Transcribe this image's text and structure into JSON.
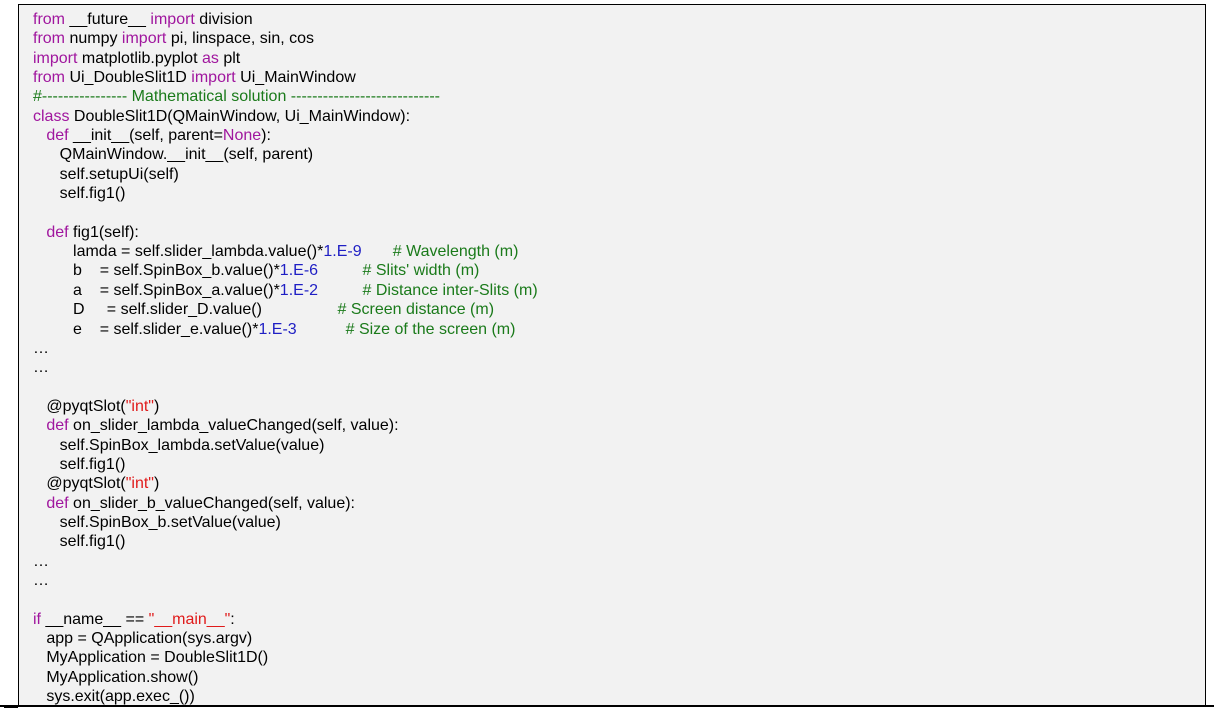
{
  "colors": {
    "background": "#f2f2f2",
    "keyword": "#a0169e",
    "string": "#e01b1b",
    "number": "#1f1fc4",
    "comment": "#1a7a1a",
    "text": "#000000"
  },
  "lines": [
    [
      {
        "t": "from",
        "c": "kw"
      },
      {
        "t": " __future__ ",
        "c": ""
      },
      {
        "t": "import",
        "c": "kw"
      },
      {
        "t": " division",
        "c": ""
      }
    ],
    [
      {
        "t": "from",
        "c": "kw"
      },
      {
        "t": " numpy ",
        "c": ""
      },
      {
        "t": "import",
        "c": "kw"
      },
      {
        "t": " pi, linspace, sin, cos",
        "c": ""
      }
    ],
    [
      {
        "t": "import",
        "c": "kw"
      },
      {
        "t": " matplotlib.pyplot ",
        "c": ""
      },
      {
        "t": "as",
        "c": "kw"
      },
      {
        "t": " plt",
        "c": ""
      }
    ],
    [
      {
        "t": "from",
        "c": "kw"
      },
      {
        "t": " Ui_DoubleSlit1D ",
        "c": ""
      },
      {
        "t": "import",
        "c": "kw"
      },
      {
        "t": " Ui_MainWindow",
        "c": ""
      }
    ],
    [
      {
        "t": "#---------------- Mathematical solution ----------------------------",
        "c": "com"
      }
    ],
    [
      {
        "t": "class",
        "c": "kw"
      },
      {
        "t": " DoubleSlit1D(QMainWindow, Ui_MainWindow):",
        "c": ""
      }
    ],
    [
      {
        "t": "   ",
        "c": ""
      },
      {
        "t": "def",
        "c": "kw"
      },
      {
        "t": " __init__(self, parent=",
        "c": ""
      },
      {
        "t": "None",
        "c": "kw"
      },
      {
        "t": "):",
        "c": ""
      }
    ],
    [
      {
        "t": "      QMainWindow.__init__(self, parent)",
        "c": ""
      }
    ],
    [
      {
        "t": "      self.setupUi(self)",
        "c": ""
      }
    ],
    [
      {
        "t": "      self.fig1()",
        "c": ""
      }
    ],
    [],
    [
      {
        "t": "   ",
        "c": ""
      },
      {
        "t": "def",
        "c": "kw"
      },
      {
        "t": " fig1(self):",
        "c": ""
      }
    ],
    [
      {
        "t": "         lamda = self.slider_lambda.value()*",
        "c": ""
      },
      {
        "t": "1.E-9",
        "c": "num"
      },
      {
        "t": "       ",
        "c": ""
      },
      {
        "t": "# Wavelength (m)",
        "c": "com"
      }
    ],
    [
      {
        "t": "         b    = self.SpinBox_b.value()*",
        "c": ""
      },
      {
        "t": "1.E-6",
        "c": "num"
      },
      {
        "t": "          ",
        "c": ""
      },
      {
        "t": "# Slits' width (m)",
        "c": "com"
      }
    ],
    [
      {
        "t": "         a    = self.SpinBox_a.value()*",
        "c": ""
      },
      {
        "t": "1.E-2",
        "c": "num"
      },
      {
        "t": "          ",
        "c": ""
      },
      {
        "t": "# Distance inter-Slits (m)",
        "c": "com"
      }
    ],
    [
      {
        "t": "         D     = self.slider_D.value()                 ",
        "c": ""
      },
      {
        "t": "# Screen distance (m)",
        "c": "com"
      }
    ],
    [
      {
        "t": "         e    = self.slider_e.value()*",
        "c": ""
      },
      {
        "t": "1.E-3",
        "c": "num"
      },
      {
        "t": "           ",
        "c": ""
      },
      {
        "t": "# Size of the screen (m)",
        "c": "com"
      }
    ],
    [
      {
        "t": "…",
        "c": ""
      }
    ],
    [
      {
        "t": "…",
        "c": ""
      }
    ],
    [],
    [
      {
        "t": "   @pyqtSlot(",
        "c": ""
      },
      {
        "t": "\"int\"",
        "c": "str"
      },
      {
        "t": ")",
        "c": ""
      }
    ],
    [
      {
        "t": "   ",
        "c": ""
      },
      {
        "t": "def",
        "c": "kw"
      },
      {
        "t": " on_slider_lambda_valueChanged(self, value):",
        "c": ""
      }
    ],
    [
      {
        "t": "      self.SpinBox_lambda.setValue(value)",
        "c": ""
      }
    ],
    [
      {
        "t": "      self.fig1()",
        "c": ""
      }
    ],
    [
      {
        "t": "   @pyqtSlot(",
        "c": ""
      },
      {
        "t": "\"int\"",
        "c": "str"
      },
      {
        "t": ")",
        "c": ""
      }
    ],
    [
      {
        "t": "   ",
        "c": ""
      },
      {
        "t": "def",
        "c": "kw"
      },
      {
        "t": " on_slider_b_valueChanged(self, value):",
        "c": ""
      }
    ],
    [
      {
        "t": "      self.SpinBox_b.setValue(value)",
        "c": ""
      }
    ],
    [
      {
        "t": "      self.fig1()",
        "c": ""
      }
    ],
    [
      {
        "t": "…",
        "c": ""
      }
    ],
    [
      {
        "t": "…",
        "c": ""
      }
    ],
    [],
    [
      {
        "t": "if",
        "c": "kw"
      },
      {
        "t": " __name__ == ",
        "c": ""
      },
      {
        "t": "\"__main__\"",
        "c": "str"
      },
      {
        "t": ":",
        "c": ""
      }
    ],
    [
      {
        "t": "   app = QApplication(sys.argv)",
        "c": ""
      }
    ],
    [
      {
        "t": "   MyApplication = DoubleSlit1D()",
        "c": ""
      }
    ],
    [
      {
        "t": "   MyApplication.show()",
        "c": ""
      }
    ],
    [
      {
        "t": "   sys.exit(app.exec_())",
        "c": ""
      }
    ]
  ]
}
